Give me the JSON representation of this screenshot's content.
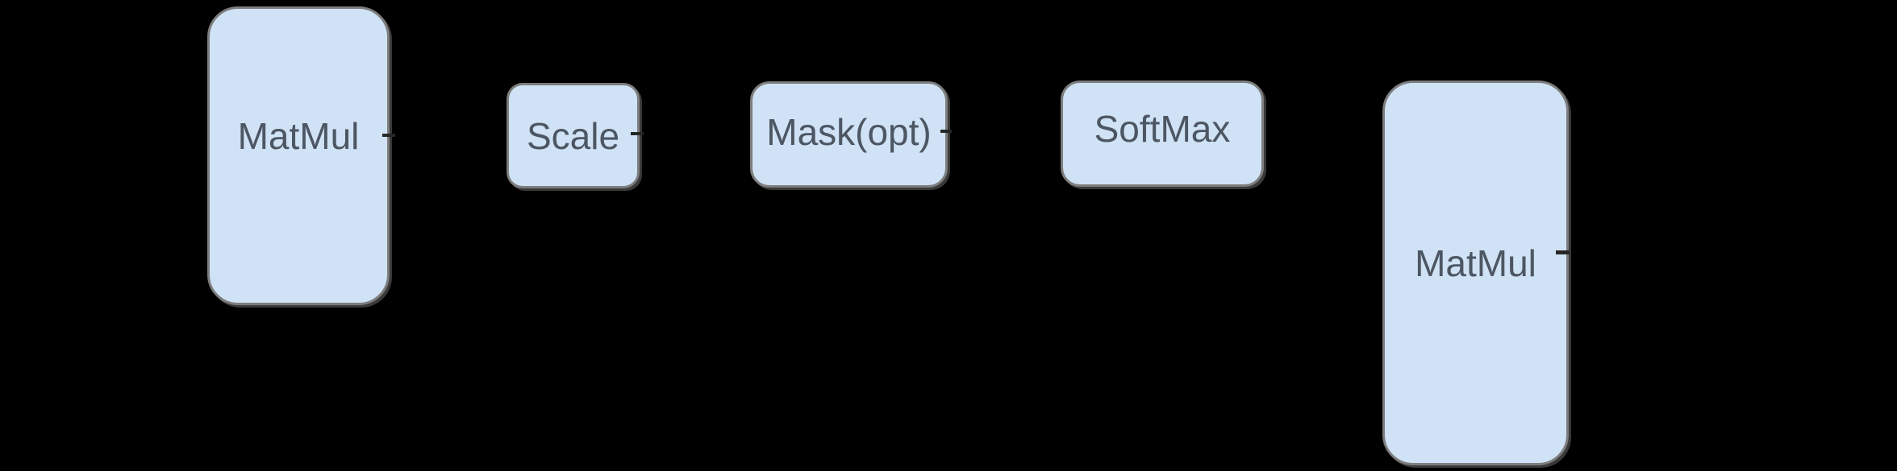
{
  "diagram": {
    "background_color": "#000000",
    "node_fill_color": "#d0e2f5",
    "node_border_color": "#7d7d7d",
    "label_color": "#4d5663",
    "connector_stub_color": "#262626",
    "nodes": [
      {
        "id": "matmul-1",
        "label": "MatMul"
      },
      {
        "id": "scale",
        "label": "Scale"
      },
      {
        "id": "mask",
        "label": "Mask(opt)"
      },
      {
        "id": "softmax",
        "label": "SoftMax"
      },
      {
        "id": "matmul-2",
        "label": "MatMul"
      }
    ]
  }
}
